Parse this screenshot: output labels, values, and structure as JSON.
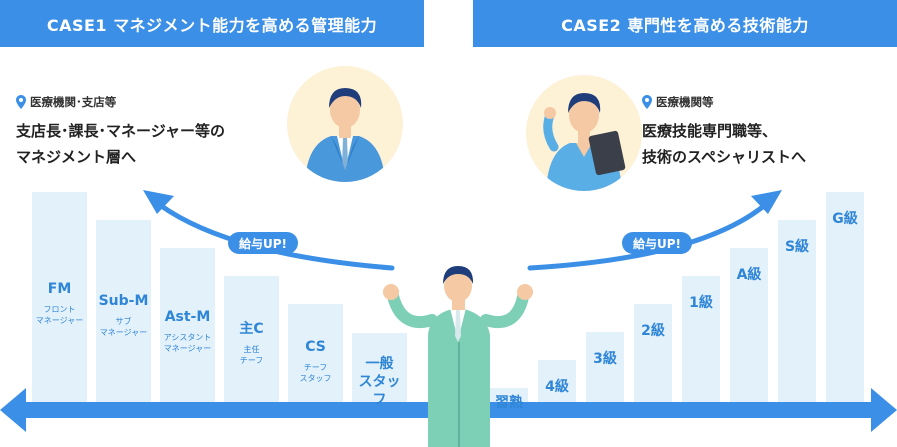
{
  "case1": {
    "banner": "CASE1 マネジメント能力を高める管理能力",
    "location": "医療機関･支店等",
    "description": "支店長･課長･マネージャー等の\nマネジメント層へ",
    "raise_badge": "給与UP!"
  },
  "case2": {
    "banner": "CASE2 専門性を高める技術能力",
    "location": "医療機関等",
    "description": "医療技能専門職等、\n技術のスペシャリストへ",
    "raise_badge": "給与UP!"
  },
  "management_ladder": [
    {
      "label": "FM",
      "sub": "フロント\nマネージャー"
    },
    {
      "label": "Sub-M",
      "sub": "サブ\nマネージャー"
    },
    {
      "label": "Ast-M",
      "sub": "アシスタント\nマネージャー"
    },
    {
      "label": "主C",
      "sub": "主任\nチーフ"
    },
    {
      "label": "CS",
      "sub": "チーフ\nスタッフ"
    },
    {
      "label": "一般\nスタッフ",
      "sub": ""
    }
  ],
  "technical_ladder": [
    {
      "label": "習熟"
    },
    {
      "label": "4級"
    },
    {
      "label": "3級"
    },
    {
      "label": "2級"
    },
    {
      "label": "1級"
    },
    {
      "label": "A級"
    },
    {
      "label": "S級"
    },
    {
      "label": "G級"
    }
  ],
  "colors": {
    "accent": "#3b8fe6",
    "bar_fill": "#e3f1fb",
    "bar_text": "#2f86d6",
    "circle_bg": "#fdf1d6",
    "staff_suit": "#7dcfb6"
  },
  "icons": {
    "location": "map-pin-icon",
    "manager": "manager-illustration",
    "specialist": "specialist-illustration",
    "staff": "staff-illustration"
  }
}
